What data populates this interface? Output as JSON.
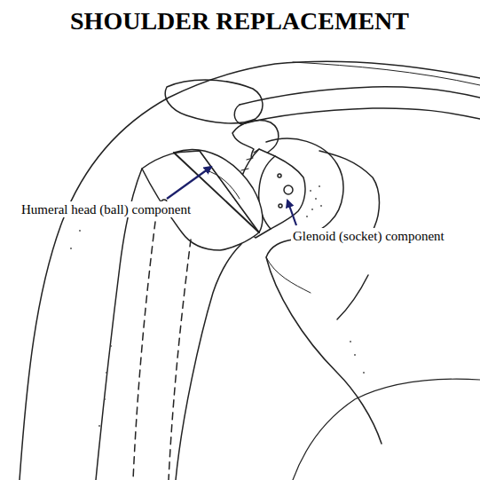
{
  "diagram": {
    "title": "SHOULDER REPLACEMENT",
    "labels": [
      "Humeral head (ball) component",
      "Glenoid (socket) component"
    ]
  }
}
